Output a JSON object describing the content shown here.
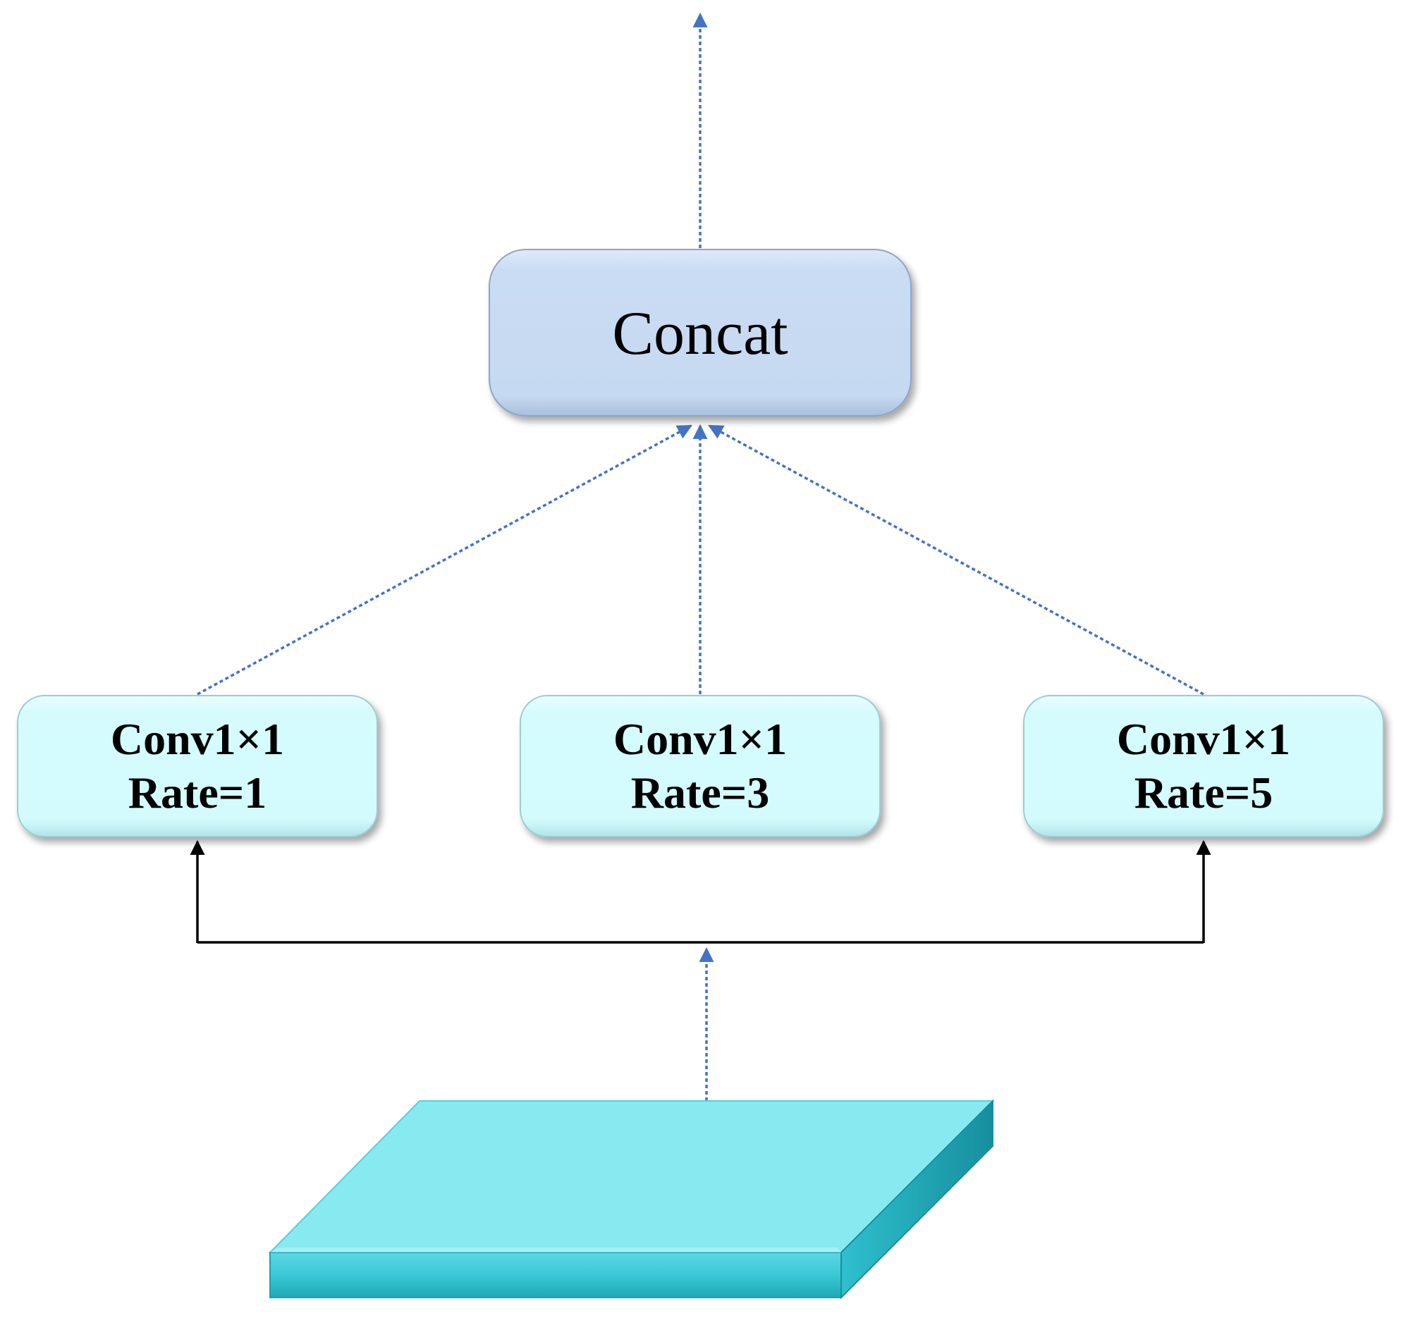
{
  "colors": {
    "flow_arrow": "#4472c4",
    "input_arrow": "#000000",
    "concat_fill": "#c9dcf3",
    "conv_fill": "#d5fbfd",
    "feature_top": "#87eaf0",
    "feature_side": "#1fb4c4"
  },
  "concat": {
    "label": "Concat"
  },
  "branches": [
    {
      "line1": "Conv1×1",
      "line2": "Rate=1"
    },
    {
      "line1": "Conv1×1",
      "line2": "Rate=3"
    },
    {
      "line1": "Conv1×1",
      "line2": "Rate=5"
    }
  ]
}
